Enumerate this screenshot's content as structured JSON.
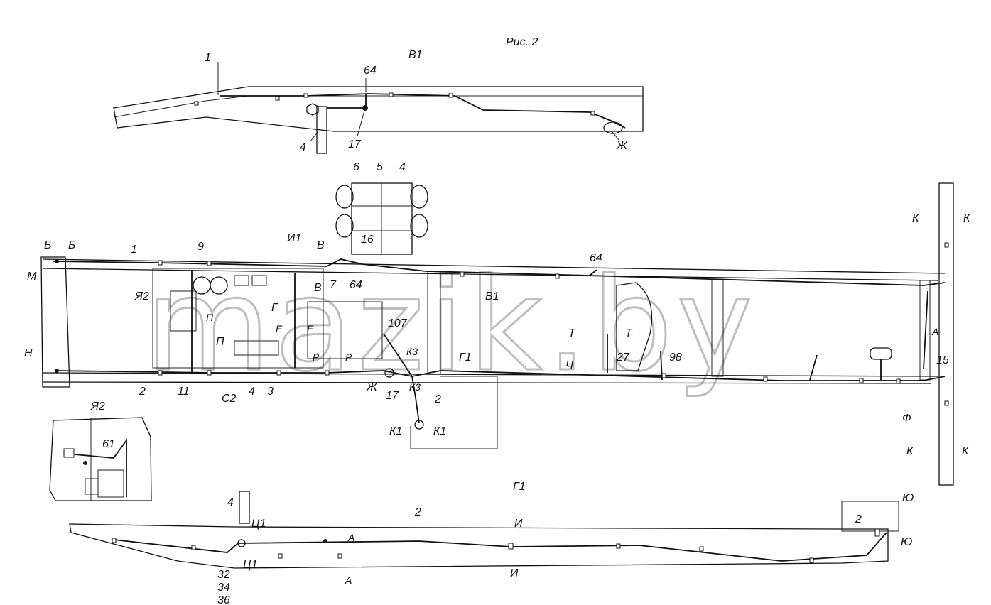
{
  "figure_title": "Рис. 2",
  "watermark": "mazik.by",
  "views": {
    "b1": "В1",
    "g1": "Г1",
    "ya2": "Я2",
    "b1_inline": "В1",
    "g1_inline": "Г1"
  },
  "callouts": {
    "n1": "1",
    "n2": "2",
    "n3": "3",
    "n4": "4",
    "n5": "5",
    "n6": "6",
    "n7": "7",
    "n9": "9",
    "n11": "11",
    "n15": "15",
    "n16": "16",
    "n17": "17",
    "n27": "27",
    "n32": "32",
    "n34": "34",
    "n36": "36",
    "n61": "61",
    "n64": "64",
    "n98": "98",
    "n107": "107"
  },
  "sections": {
    "b": "Б",
    "m": "М",
    "n": "Н",
    "ya2": "Я2",
    "g": "Г",
    "e": "Е",
    "p": "П",
    "c2": "С2",
    "i1": "И1",
    "v": "В",
    "r": "Р",
    "k3": "К3",
    "zh": "Ж",
    "k1": "К1",
    "t": "Т",
    "ch": "Ч",
    "k": "К",
    "a": "А",
    "f": "Ф",
    "ts1": "Ц1",
    "i": "И",
    "yu": "Ю"
  }
}
